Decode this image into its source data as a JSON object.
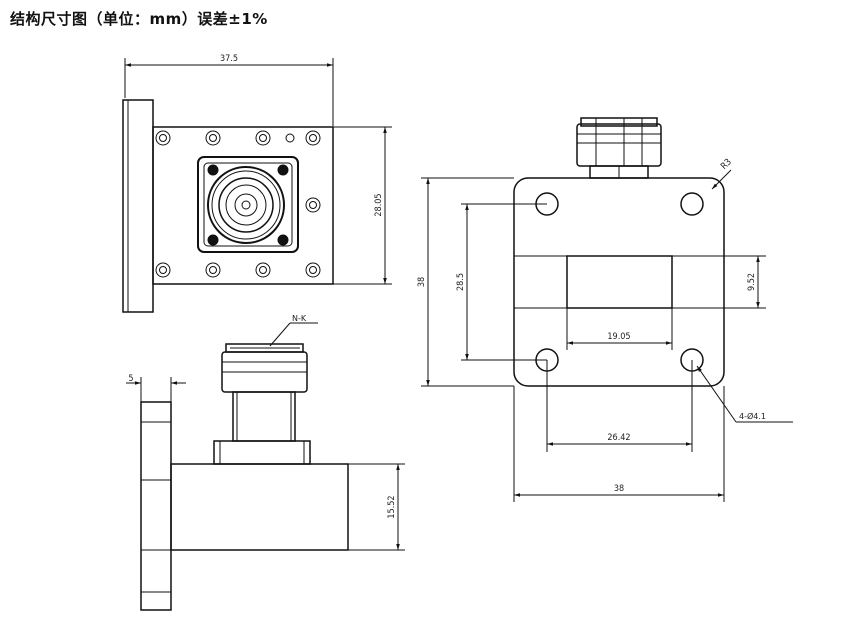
{
  "title": "结构尺寸图（单位：mm）误差±1%",
  "dims": {
    "top_width": "37.5",
    "top_height": "28.05",
    "flange_thickness": "5",
    "port_height": "15.52",
    "connector_label": "N-K",
    "flange_size_v": "38",
    "hole_spacing_v": "28.5",
    "aperture_height": "9.52",
    "aperture_width": "19.05",
    "hole_spacing_h": "26.42",
    "flange_size_h": "38",
    "corner_radius": "R3",
    "holes_spec": "4-Ø4.1"
  },
  "colors": {
    "line": "#111111",
    "fill_dark": "#1a1a1a",
    "fill_light": "#ffffff"
  }
}
